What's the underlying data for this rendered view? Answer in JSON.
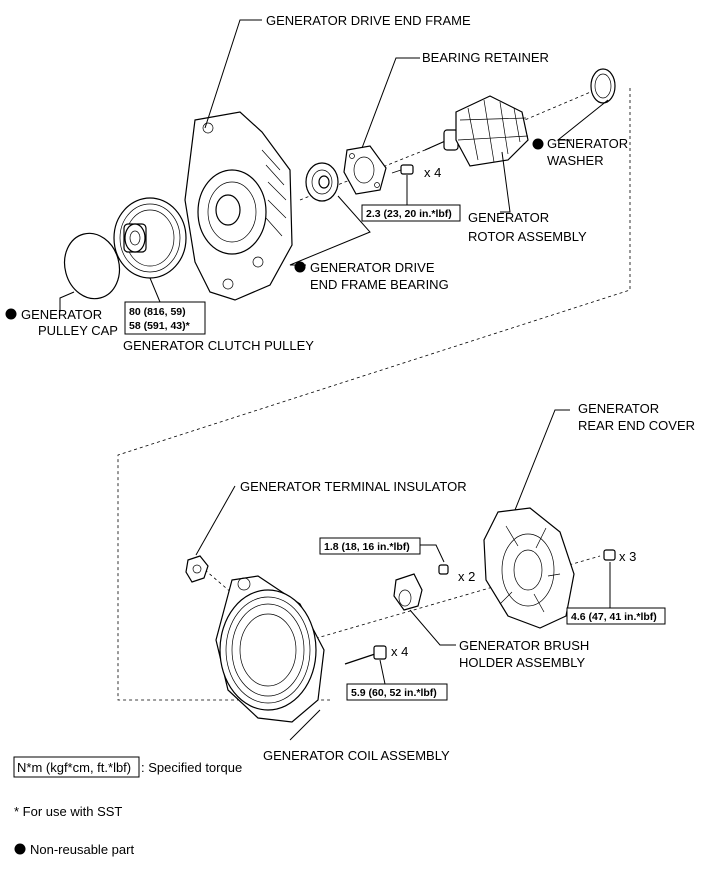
{
  "labels": {
    "drive_end_frame": "GENERATOR DRIVE END FRAME",
    "bearing_retainer": "BEARING RETAINER",
    "washer_l1": "GENERATOR",
    "washer_l2": "WASHER",
    "rotor_l1": "GENERATOR",
    "rotor_l2": "ROTOR ASSEMBLY",
    "de_bearing_l1": "GENERATOR DRIVE",
    "de_bearing_l2": "END FRAME BEARING",
    "pulley_cap_l1": "GENERATOR",
    "pulley_cap_l2": "PULLEY CAP",
    "clutch_pulley": "GENERATOR CLUTCH PULLEY",
    "rear_cover_l1": "GENERATOR",
    "rear_cover_l2": "REAR END COVER",
    "terminal_insulator": "GENERATOR TERMINAL INSULATOR",
    "brush_holder_l1": "GENERATOR BRUSH",
    "brush_holder_l2": "HOLDER ASSEMBLY",
    "coil_assembly": "GENERATOR COIL ASSEMBLY"
  },
  "torques": {
    "retainer_screw": "2.3 (23, 20 in.*lbf)",
    "pulley_1": "80 (816, 59)",
    "pulley_2": "58 (591, 43)*",
    "brush_screw": "1.8 (18, 16 in.*lbf)",
    "cover_nut": "4.6 (47, 41 in.*lbf)",
    "coil_bolt": "5.9 (60, 52 in.*lbf)"
  },
  "quantities": {
    "retainer_screw": "x 4",
    "brush_screw": "x 2",
    "cover_nut": "x 3",
    "coil_bolt": "x 4"
  },
  "legend": {
    "torque_unit": "N*m (kgf*cm, ft.*lbf)",
    "torque_desc": ": Specified torque",
    "sst_note": "* For use with SST",
    "nonreusable": "Non-reusable part"
  }
}
